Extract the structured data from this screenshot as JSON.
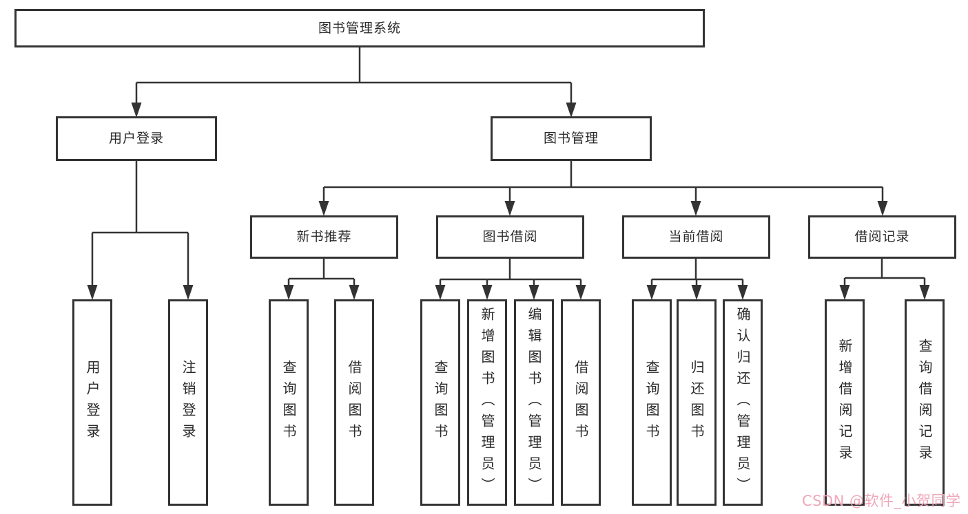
{
  "diagram": {
    "type": "tree",
    "nodes": {
      "system": "图书管理系统",
      "user_login": "用户登录",
      "book_management": "图书管理",
      "login_user": "用户登录",
      "login_logout": "注销登录",
      "new_book_recommend": "新书推荐",
      "book_borrowing": "图书借阅",
      "current_borrowing": "当前借阅",
      "borrowing_records": "借阅记录",
      "rec_query": "查询图书",
      "rec_borrow": "借阅图书",
      "bb_query": "查询图书",
      "bb_add": "新增图书（管理员）",
      "bb_edit": "编辑图书（管理员）",
      "bb_borrow": "借阅图书",
      "cb_query": "查询图书",
      "cb_return": "归还图书",
      "cb_confirm": "确认归还（管理员）",
      "br_add": "新增借阅记录",
      "br_query": "查询借阅记录"
    },
    "hierarchy": {
      "图书管理系统": {
        "用户登录": [
          "用户登录",
          "注销登录"
        ],
        "图书管理": {
          "新书推荐": [
            "查询图书",
            "借阅图书"
          ],
          "图书借阅": [
            "查询图书",
            "新增图书（管理员）",
            "编辑图书（管理员）",
            "借阅图书"
          ],
          "当前借阅": [
            "查询图书",
            "归还图书",
            "确认归还（管理员）"
          ],
          "借阅记录": [
            "新增借阅记录",
            "查询借阅记录"
          ]
        }
      }
    },
    "colors": {
      "background": "#ffffff",
      "line": "#333333",
      "box_border": "#333333",
      "text": "#2b2b2b"
    }
  },
  "watermark": {
    "text": "CSDN @软件_小贺同学",
    "color": "#efa4b7"
  }
}
